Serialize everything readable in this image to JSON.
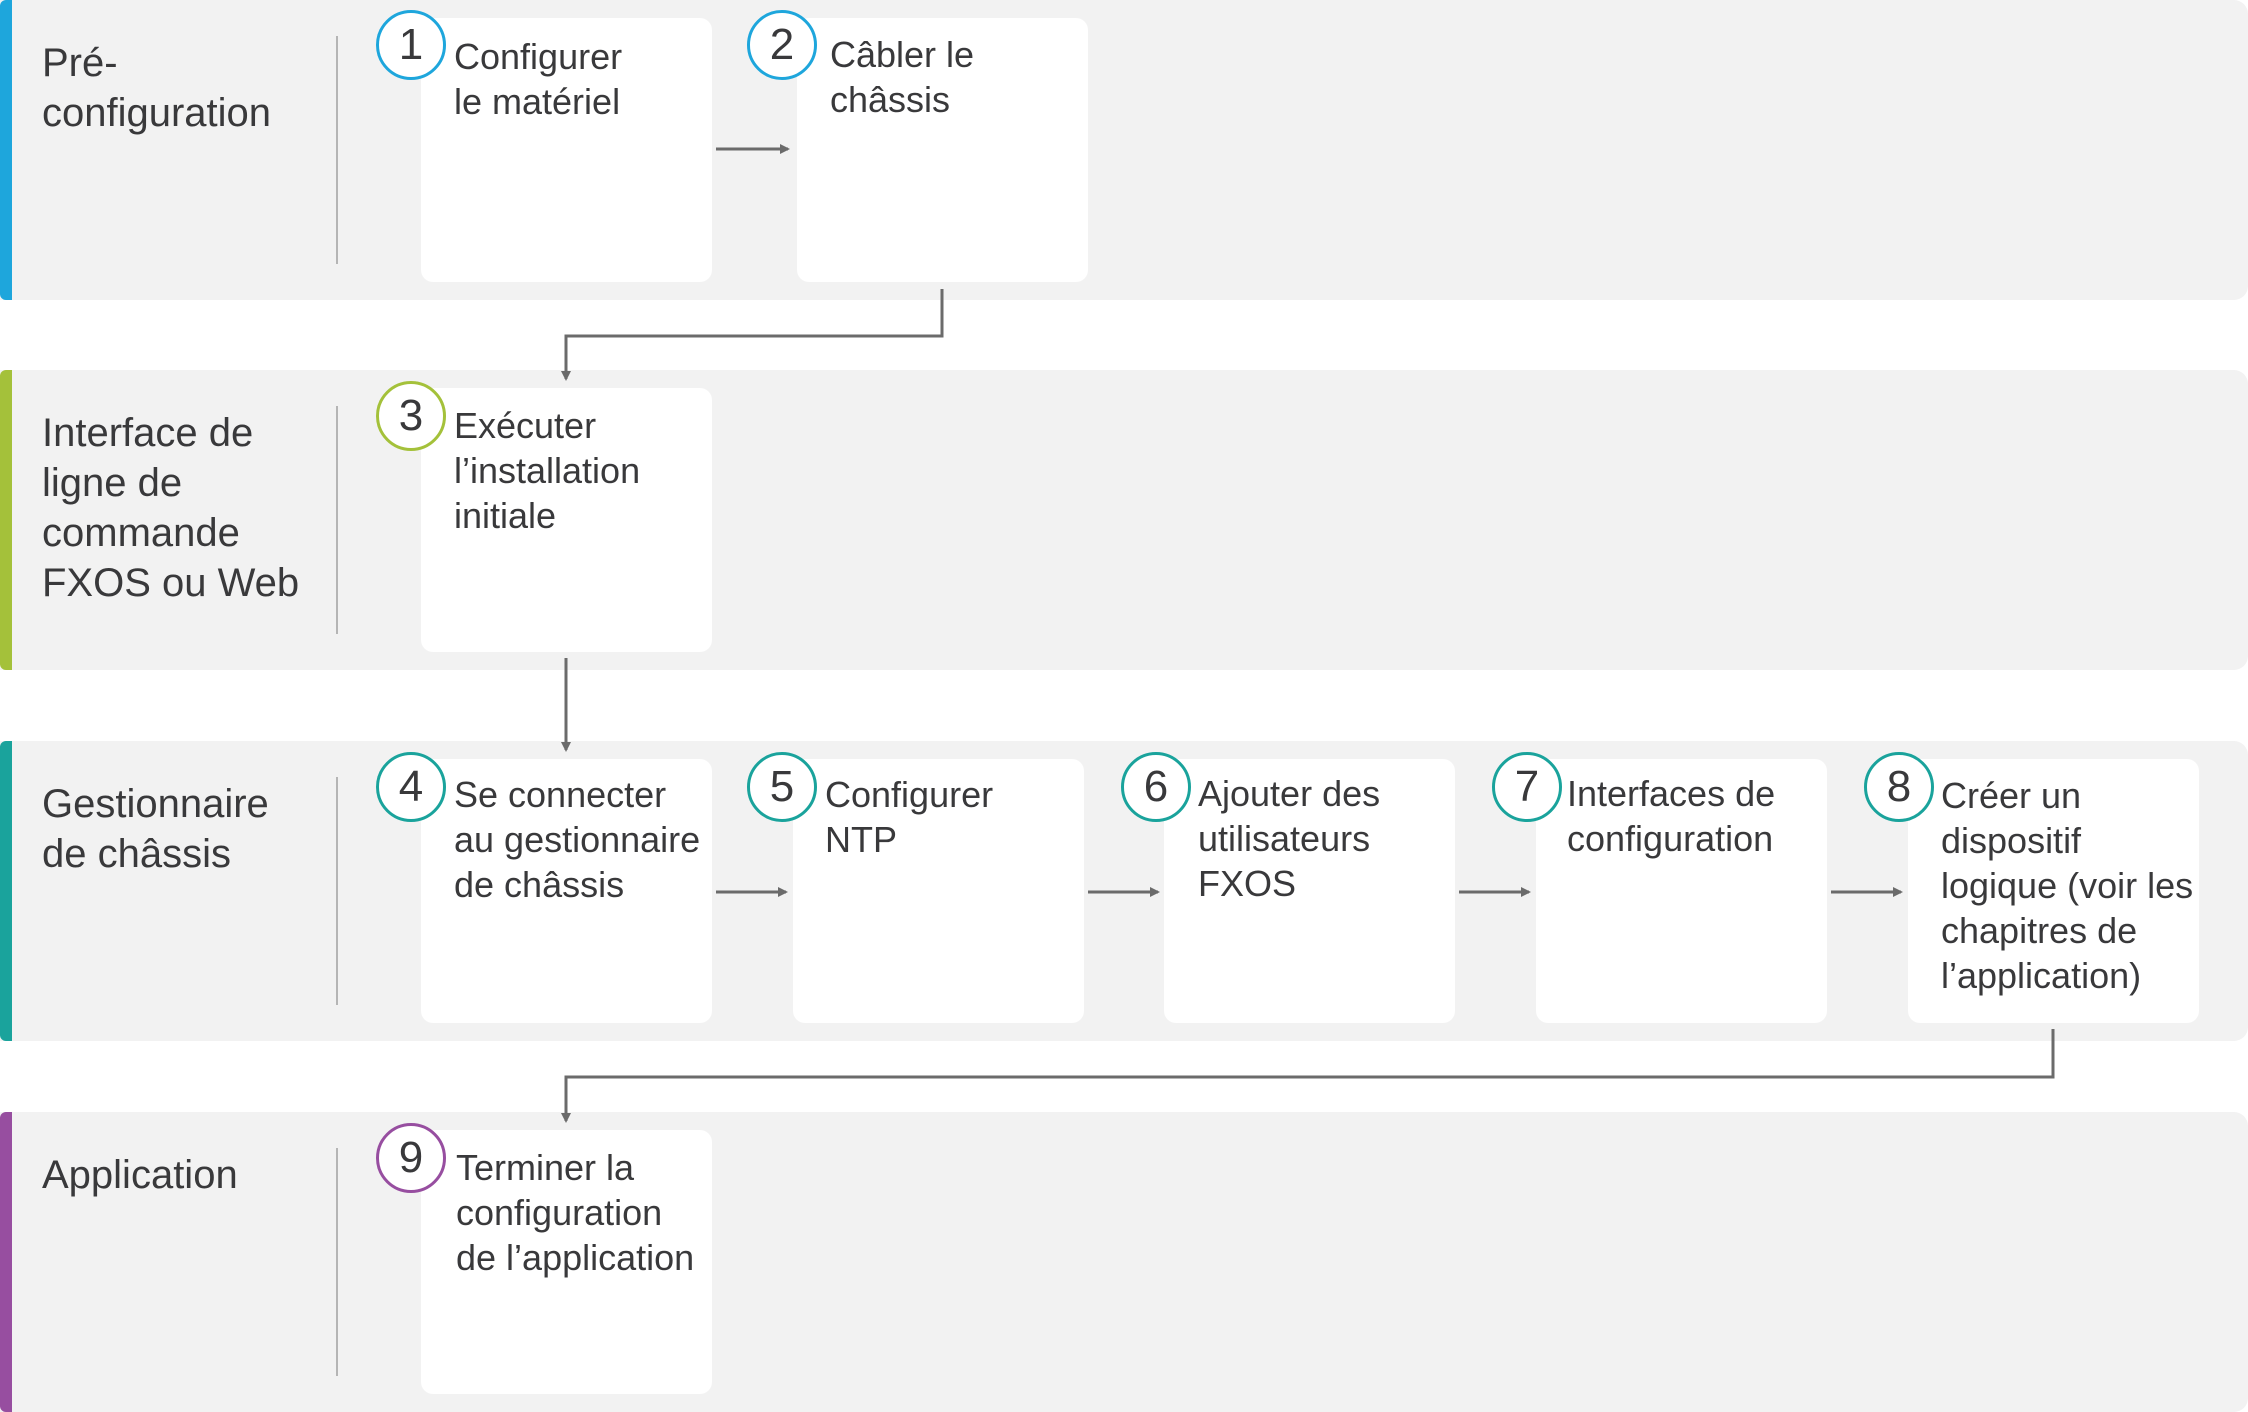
{
  "colors": {
    "pre_config": "#1ea6dc",
    "cli": "#a4c13a",
    "chassis": "#1aa39c",
    "application": "#974ea0",
    "arrow": "#6b6b6b"
  },
  "lanes": [
    {
      "label": "Pré-\nconfiguration"
    },
    {
      "label": "Interface de\nligne de\ncommande\nFXOS ou Web"
    },
    {
      "label": "Gestionnaire\nde châssis"
    },
    {
      "label": "Application"
    }
  ],
  "steps": [
    {
      "number": "1",
      "label": "Configurer\nle matériel"
    },
    {
      "number": "2",
      "label": "Câbler le\nchâssis"
    },
    {
      "number": "3",
      "label": "Exécuter\nl’installation\ninitiale"
    },
    {
      "number": "4",
      "label": "Se connecter\nau gestionnaire\nde châssis"
    },
    {
      "number": "5",
      "label": "Configurer\nNTP"
    },
    {
      "number": "6",
      "label": "Ajouter des\nutilisateurs\nFXOS"
    },
    {
      "number": "7",
      "label": "Interfaces de\nconfiguration"
    },
    {
      "number": "8",
      "label": "Créer un\ndispositif\nlogique (voir les\nchapitres de\nl’application)"
    },
    {
      "number": "9",
      "label": "Terminer la\nconfiguration\nde l’application"
    }
  ]
}
